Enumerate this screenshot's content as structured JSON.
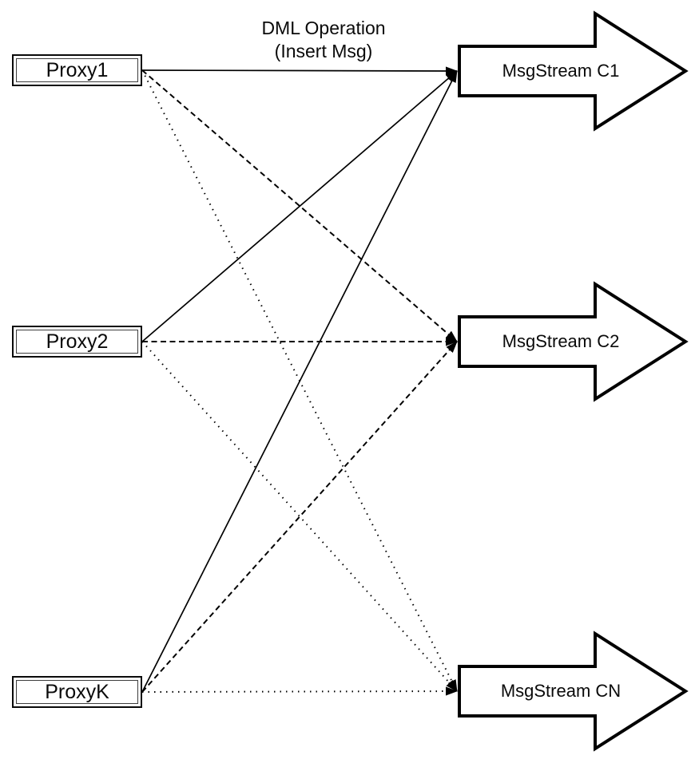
{
  "title": {
    "line1": "DML Operation",
    "line2": "(Insert Msg)"
  },
  "colors": {
    "ink": "#000000",
    "background": "#ffffff"
  },
  "proxies": [
    {
      "id": "proxy1",
      "label": "Proxy1"
    },
    {
      "id": "proxy2",
      "label": "Proxy2"
    },
    {
      "id": "proxyk",
      "label": "ProxyK"
    }
  ],
  "streams": [
    {
      "id": "c1",
      "label": "MsgStream C1"
    },
    {
      "id": "c2",
      "label": "MsgStream C2"
    },
    {
      "id": "cn",
      "label": "MsgStream CN"
    }
  ],
  "connections": [
    {
      "from": "proxy1",
      "to": "c1",
      "style": "solid"
    },
    {
      "from": "proxy1",
      "to": "c2",
      "style": "dashed"
    },
    {
      "from": "proxy1",
      "to": "cn",
      "style": "dotted"
    },
    {
      "from": "proxy2",
      "to": "c1",
      "style": "solid"
    },
    {
      "from": "proxy2",
      "to": "c2",
      "style": "dashed"
    },
    {
      "from": "proxy2",
      "to": "cn",
      "style": "dotted"
    },
    {
      "from": "proxyk",
      "to": "c1",
      "style": "solid"
    },
    {
      "from": "proxyk",
      "to": "c2",
      "style": "dashed"
    },
    {
      "from": "proxyk",
      "to": "cn",
      "style": "dotted"
    }
  ]
}
